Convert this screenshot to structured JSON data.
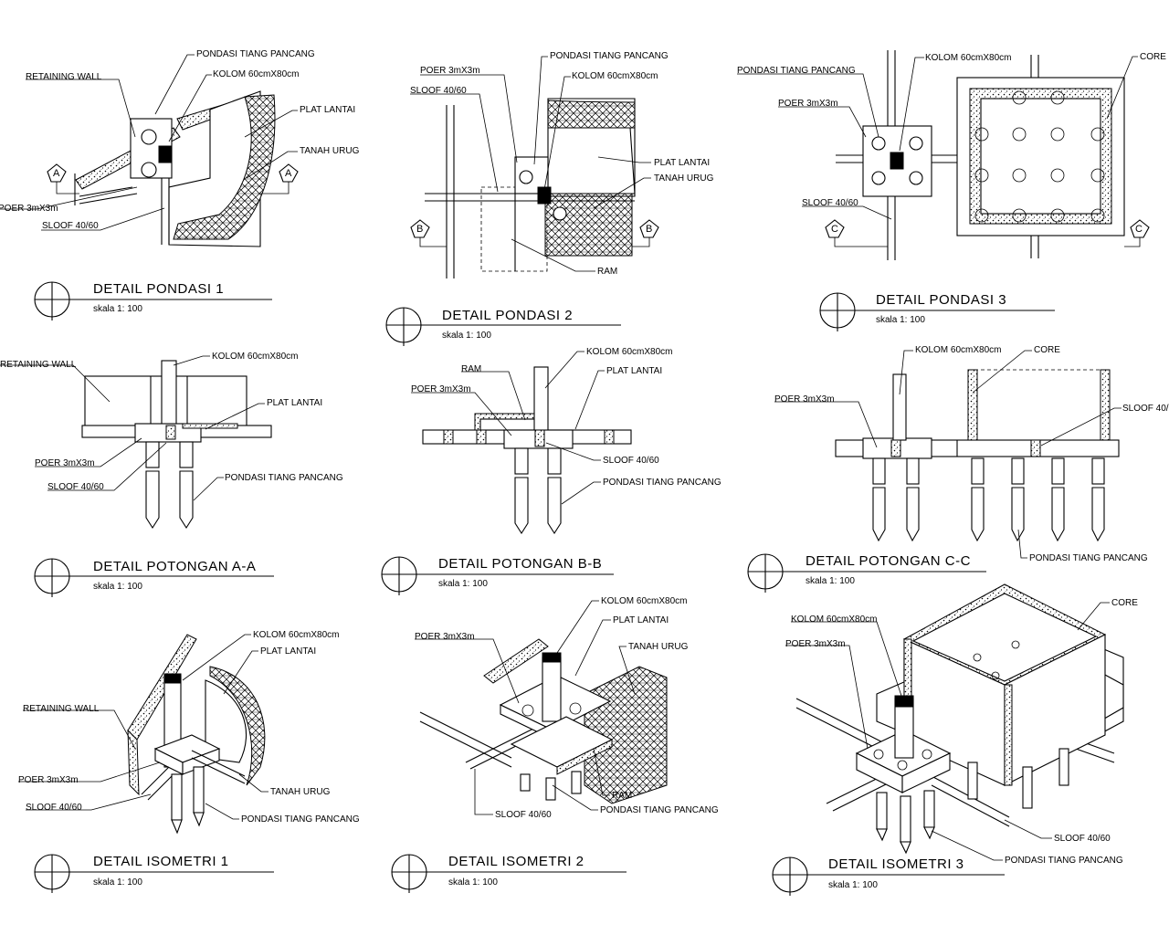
{
  "labels": {
    "pondasi_tiang_pancang": "PONDASI TIANG PANCANG",
    "kolom": "KOLOM 60cmX80cm",
    "retaining_wall": "RETAINING WALL",
    "plat_lantai": "PLAT LANTAI",
    "tanah_urug": "TANAH URUG",
    "poer": "POER 3mX3m",
    "sloof": "SLOOF 40/60",
    "ram": "RAM",
    "core": "CORE"
  },
  "sections": {
    "a": "A",
    "b": "B",
    "c": "C"
  },
  "details": [
    {
      "id": "pondasi-1",
      "title": "DETAIL PONDASI 1",
      "scale": "skala 1: 100"
    },
    {
      "id": "pondasi-2",
      "title": "DETAIL PONDASI 2",
      "scale": "skala 1: 100"
    },
    {
      "id": "pondasi-3",
      "title": "DETAIL PONDASI 3",
      "scale": "skala 1: 100"
    },
    {
      "id": "potongan-aa",
      "title": "DETAIL POTONGAN A-A",
      "scale": "skala 1: 100"
    },
    {
      "id": "potongan-bb",
      "title": "DETAIL POTONGAN B-B",
      "scale": "skala 1: 100"
    },
    {
      "id": "potongan-cc",
      "title": "DETAIL POTONGAN C-C",
      "scale": "skala 1: 100"
    },
    {
      "id": "isometri-1",
      "title": "DETAIL ISOMETRI 1",
      "scale": "skala 1: 100"
    },
    {
      "id": "isometri-2",
      "title": "DETAIL ISOMETRI 2",
      "scale": "skala 1: 100"
    },
    {
      "id": "isometri-3",
      "title": "DETAIL ISOMETRI 3",
      "scale": "skala 1: 100"
    }
  ]
}
